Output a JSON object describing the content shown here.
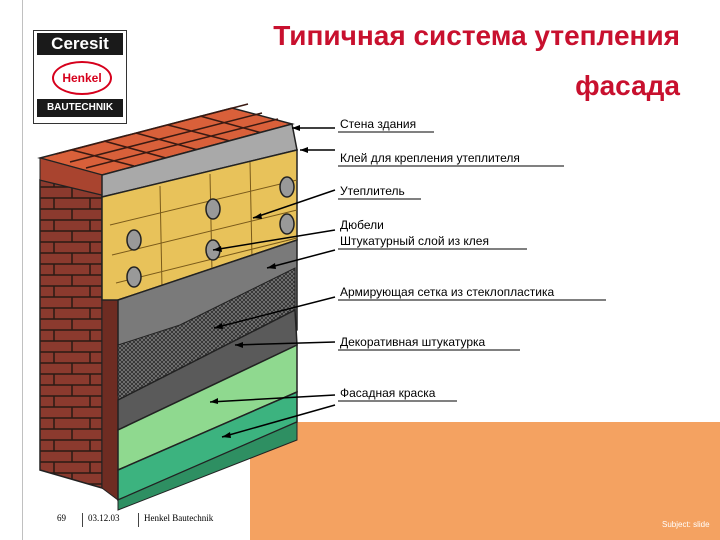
{
  "title_line1": "Типичная система утепления",
  "title_line2": "фасада",
  "logo": {
    "ceresit": "Ceresit",
    "henkel": "Henkel",
    "bautechnik": "BAUTECHNIK"
  },
  "layers": [
    "Стена здания",
    "Клей для крепления утеплителя",
    "Утеплитель",
    "Дюбели",
    "Штукатурный слой из клея",
    "Армирующая сетка из стеклопластика",
    "Декоративная штукатурка",
    "Фасадная краска"
  ],
  "footer": {
    "page": "69",
    "date": "03.12.03",
    "company": "Henkel Bautechnik",
    "subject": "Subject: slide"
  },
  "colors": {
    "title": "#c8102e",
    "brick": "#8b3a2e",
    "brick_top": "#d9603a",
    "adhesive": "#a9a9a9",
    "insulation": "#e8c25a",
    "plaster": "#7a7a7a",
    "decor": "#8fd98f",
    "paint": "#3cb37f",
    "background_block": "#f4a261"
  }
}
